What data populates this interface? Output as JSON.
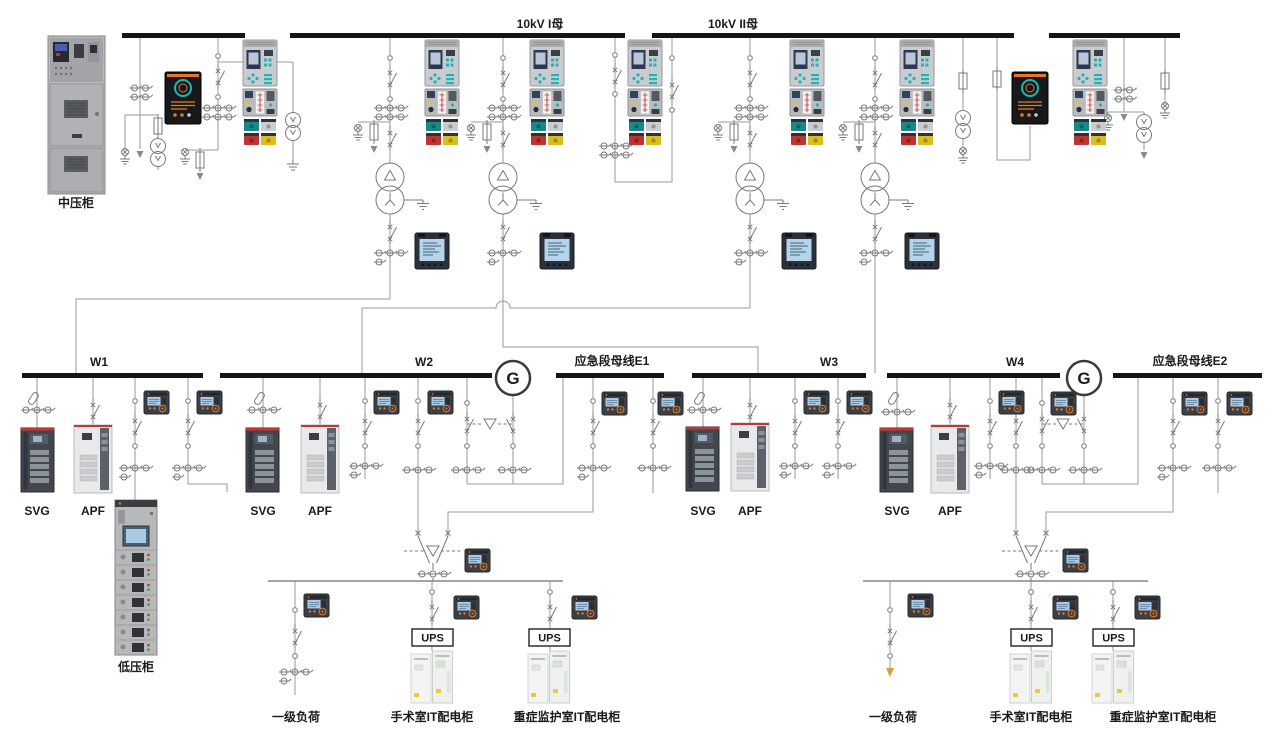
{
  "diagram": {
    "title_buses": {
      "bus_10kv_1": "10kV I母",
      "bus_10kv_2": "10kV II母"
    },
    "lv_buses": {
      "w1": "W1",
      "w2": "W2",
      "w3": "W3",
      "w4": "W4",
      "e1": "应急段母线E1",
      "e2": "应急段母线E2"
    },
    "generator": "G",
    "cabinets": {
      "mv": "中压柜",
      "lv": "低压柜",
      "svg": "SVG",
      "apf": "APF",
      "ups": "UPS"
    },
    "loads": {
      "primary": "一级负荷",
      "operating_room": "手术室IT配电柜",
      "icu": "重症监护室IT配电柜"
    },
    "colors": {
      "accent_orange": "#e87722",
      "teal": "#1fb0b4",
      "alarm_red": "#c53631",
      "warn_yellow": "#d9be1f",
      "screen_blue": "#a9c9e4",
      "bus": "#151515",
      "wire": "#9a9a9a"
    }
  }
}
